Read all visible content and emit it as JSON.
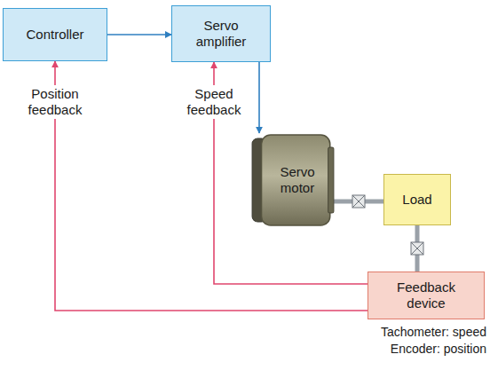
{
  "diagram": {
    "nodes": [
      {
        "text": [
          "Controller"
        ]
      },
      {
        "text": [
          "Servo amplifier"
        ]
      },
      {
        "text": [
          "Servo motor"
        ]
      },
      {
        "text": [
          "Load"
        ]
      },
      {
        "text": [
          "Feedback device"
        ]
      }
    ],
    "edges": [
      {
        "from": 0,
        "to": 1,
        "arrow": "to"
      },
      {
        "from": 1,
        "to": 2,
        "arrow": "to"
      },
      {
        "from": 2,
        "to": 3,
        "arrow": "none"
      },
      {
        "from": 3,
        "to": 4,
        "arrow": "none"
      },
      {
        "from": 4,
        "to": 1,
        "label": "Speed feedback",
        "arrow": "to"
      },
      {
        "from": 4,
        "to": 0,
        "label": "Position feedback",
        "arrow": "to"
      }
    ],
    "labels": [
      "Tachometer: speed",
      "Encoder: position"
    ]
  }
}
